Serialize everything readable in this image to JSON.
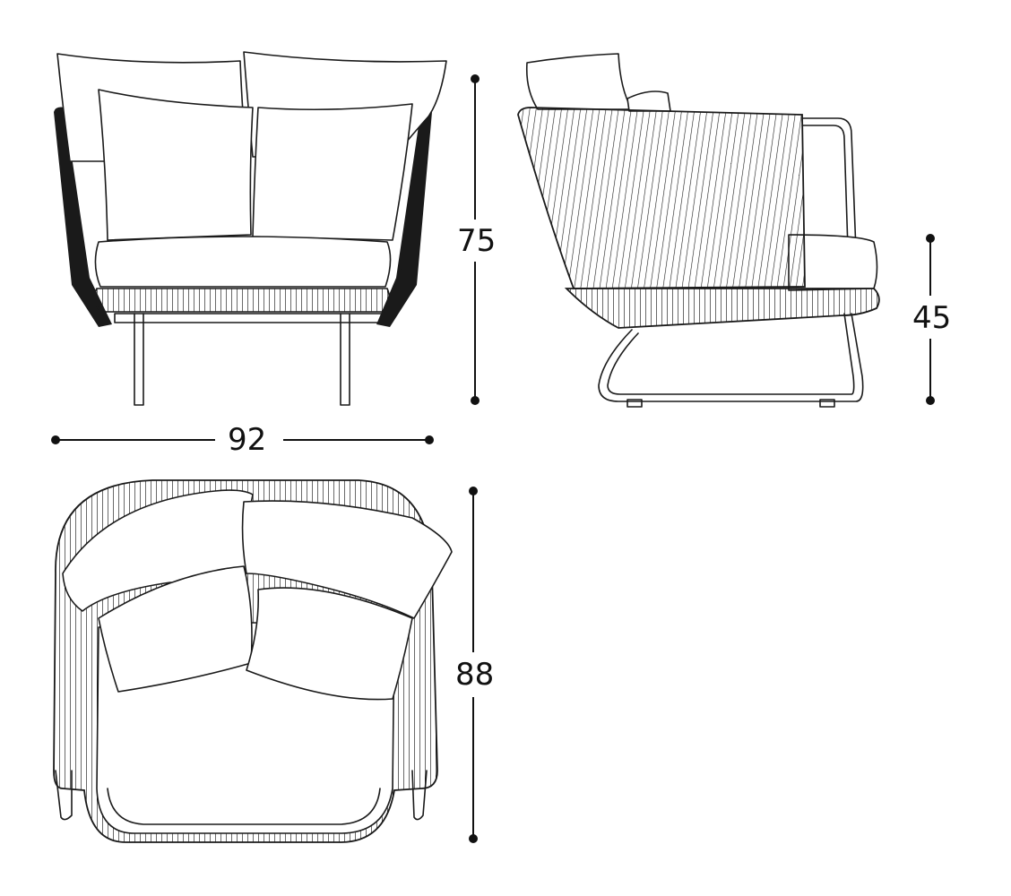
{
  "dimensions": {
    "height_total": "75",
    "width": "92",
    "seat_height": "45",
    "depth": "88"
  },
  "colors": {
    "line": "#1a1a1a",
    "background": "#ffffff"
  }
}
